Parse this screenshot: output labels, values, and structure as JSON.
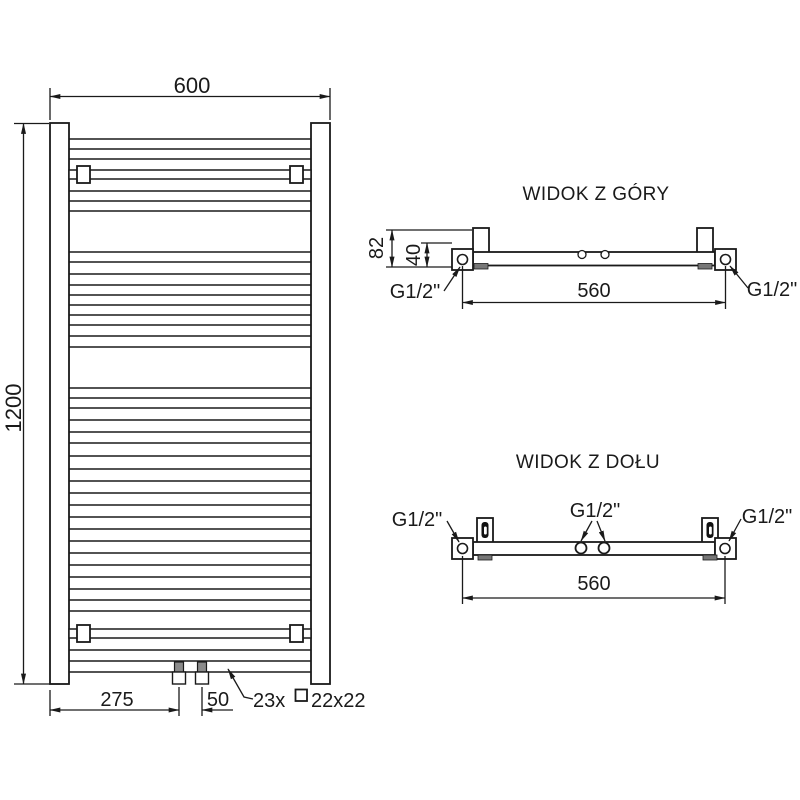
{
  "front_view": {
    "dim_width": "600",
    "dim_height": "1200",
    "dim_left_offset": "275",
    "dim_valve_spacing": "50",
    "tube_note_count": "23x",
    "tube_note_size": "22x22"
  },
  "top_view": {
    "title": "WIDOK Z GÓRY",
    "dim_depth": "82",
    "dim_axis_offset": "40",
    "dim_port_span": "560",
    "port_left": "G1/2\"",
    "port_right": "G1/2\""
  },
  "bottom_view": {
    "title": "WIDOK Z DOŁU",
    "dim_port_span": "560",
    "port_left": "G1/2\"",
    "port_center": "G1/2\"",
    "port_right": "G1/2\""
  },
  "colors": {
    "line": "#1a1a1a",
    "gray_fitting": "#8a8a8a",
    "background": "#ffffff"
  }
}
